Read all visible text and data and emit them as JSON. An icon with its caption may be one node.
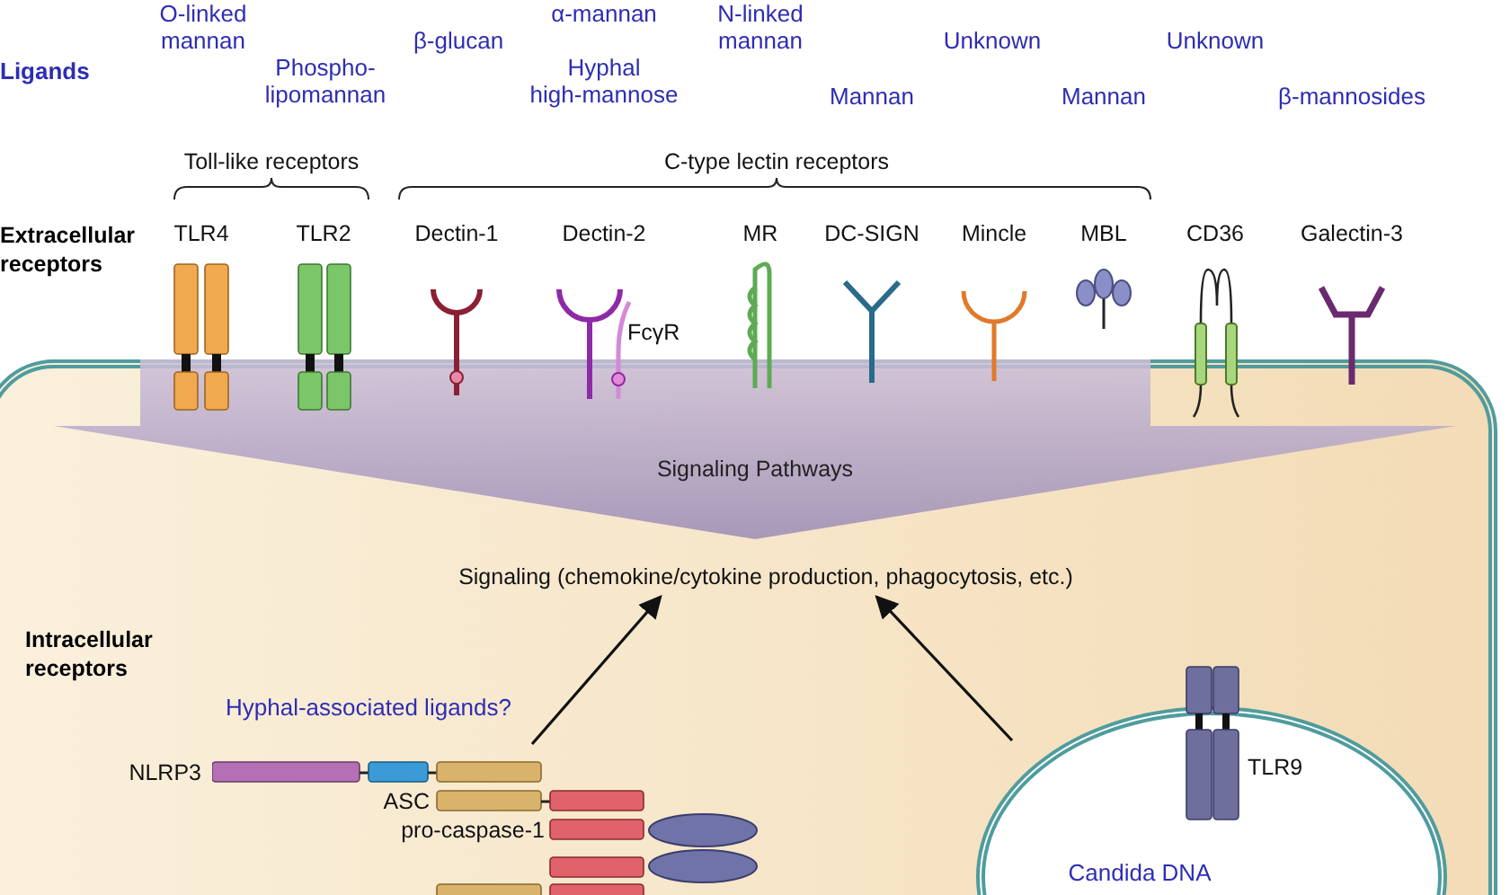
{
  "diagram": {
    "nodes": [
      {
        "text": [
          "Signaling Pathways"
        ]
      },
      {
        "text": [
          "Signaling (chemokine/cytokine production, phagocytosis, etc.)"
        ]
      },
      {
        "text": [],
        "shape": "picture"
      },
      {
        "text": [
          "Candida DNA"
        ]
      }
    ],
    "edges": [
      {
        "from": 2,
        "to": 1,
        "arrow": "to"
      },
      {
        "from": 3,
        "to": 1,
        "arrow": "to"
      }
    ],
    "labels": [
      "O-linked mannan",
      "β-glucan",
      "α-mannan",
      "N-linked mannan",
      "Unknown",
      "Unknown",
      "Ligands",
      "Phospho-lipomannan",
      "Hyphal high-mannose",
      "Mannan",
      "Mannan",
      "β-mannosides",
      "Toll-like receptors",
      "C-type lectin receptors",
      "Extracellular receptors",
      "TLR4",
      "TLR2",
      "Dectin-1",
      "Dectin-2",
      "MR",
      "DC-SIGN",
      "Mincle",
      "MBL",
      "CD36",
      "Galectin-3",
      "FcγR",
      "Intracellular receptors",
      "Hyphal-associated ligands?",
      "NLRP3",
      "ASC",
      "pro-caspase-1",
      "TLR9"
    ]
  }
}
